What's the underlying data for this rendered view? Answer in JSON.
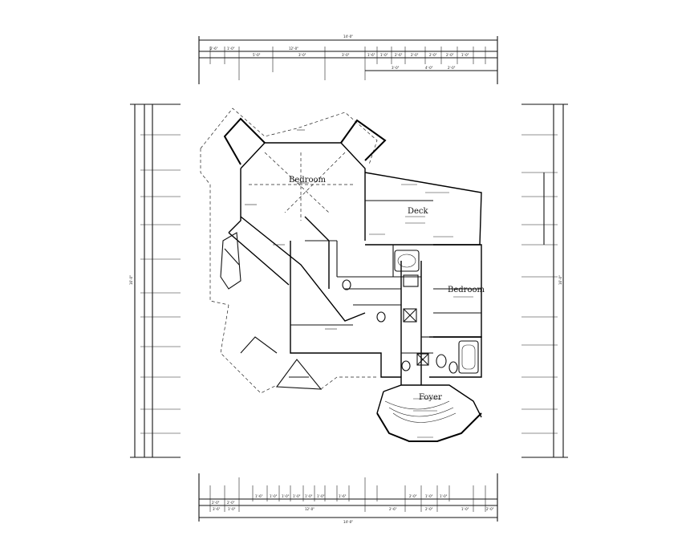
{
  "rooms": {
    "bedroom_1": "Bedroom",
    "deck": "Deck",
    "bedroom_2": "Bedroom",
    "foyer": "Foyer"
  },
  "dimensions": {
    "top_overall": "14'-0\"",
    "bottom_overall": "14'-0\"",
    "top_row": [
      "2'-6\"",
      "1'-0\"",
      "5'-0\"",
      "3'-0\"",
      "3'-0\"",
      "1'-6\"",
      "1'-0\"",
      "2'-6\"",
      "2'-0\"",
      "2'-0\"",
      "2'-0\"",
      "1'-0\""
    ],
    "top_row_2": [
      "12'-0\"",
      "3'-0\"",
      "4'-0\"",
      "2'-0\""
    ],
    "bottom_row": [
      "2'-0\"",
      "2'-0\"",
      "1'-6\"",
      "1'-0\"",
      "1'-0\"",
      "1'-0\"",
      "1'-0\"",
      "1'-0\"",
      "1'-6\"",
      "2'-0\"",
      "1'-0\"",
      "1'-0\""
    ],
    "bottom_row_2": [
      "3'-6\"",
      "1'-0\"",
      "12'-0\"",
      "2'-6\"",
      "2'-0\"",
      "1'-0\"",
      "2'-0\""
    ],
    "left_overall": "16'-0\"",
    "right_overall": "16'-0\""
  }
}
